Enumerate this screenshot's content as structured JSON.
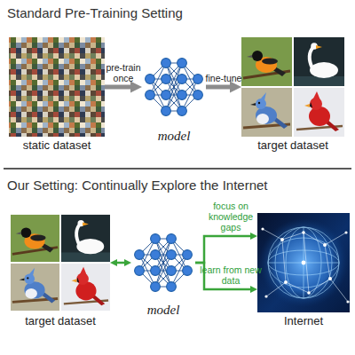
{
  "diagram": {
    "nodes": [
      {
        "text": [
          "static dataset"
        ]
      },
      {
        "text": [
          "model"
        ]
      },
      {
        "text": [
          "target dataset"
        ]
      },
      {
        "text": [
          "target dataset"
        ]
      },
      {
        "text": [
          "model"
        ]
      },
      {
        "text": [
          "Internet"
        ]
      }
    ],
    "edges": [
      {
        "from": 0,
        "to": 1,
        "arrow": "to",
        "label": "pre-train once"
      },
      {
        "from": 1,
        "to": 2,
        "arrow": "to",
        "label": "fine-tune"
      },
      {
        "from": 3,
        "to": 4,
        "arrow": "both"
      },
      {
        "from": 4,
        "to": 5,
        "arrow": "to",
        "label": "focus on knowledge gaps"
      },
      {
        "from": 4,
        "to": 5,
        "arrow": "to",
        "label": "learn from new data"
      }
    ],
    "labels": [
      "Standard Pre-Training Setting",
      "Our Setting: Continually Explore the Internet"
    ]
  }
}
